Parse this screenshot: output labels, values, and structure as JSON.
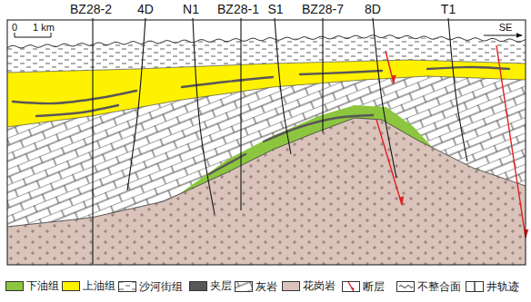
{
  "diagram": {
    "labels": [
      "BZ28-2",
      "4D",
      "N1",
      "BZ28-1",
      "S1",
      "BZ28-7",
      "8D",
      "T1",
      "0",
      "1 km",
      "SE"
    ],
    "legend": [
      {
        "text": "下油组",
        "color": "#8cc63e"
      },
      {
        "text": "上油组",
        "color": "#fff200"
      },
      {
        "text": "沙河街组"
      },
      {
        "text": "夹层",
        "color": "#595757"
      },
      {
        "text": "灰岩"
      },
      {
        "text": "花岗岩",
        "color": "#d9c3bb"
      },
      {
        "text": "断层"
      },
      {
        "text": "不整合面"
      },
      {
        "text": "井轨迹"
      }
    ]
  }
}
